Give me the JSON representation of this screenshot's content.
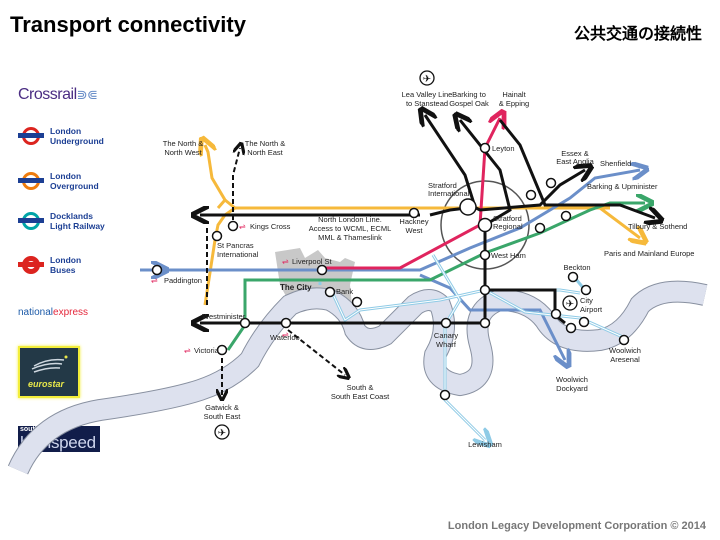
{
  "header": {
    "title": "Transport connectivity",
    "title_ja": "公共交通の接続性"
  },
  "footer": {
    "credit": "London Legacy Development Corporation ©  2014"
  },
  "legend_logos": [
    {
      "name": "Crossrail",
      "text": "Crossrail",
      "color": "#4b2d83"
    },
    {
      "name": "London Underground",
      "line1": "London",
      "line2": "Underground",
      "ring_color": "#dc241f"
    },
    {
      "name": "London Overground",
      "line1": "London",
      "line2": "Overground",
      "ring_color": "#ee7c0e"
    },
    {
      "name": "Docklands Light Railway",
      "line1": "Docklands",
      "line2": "Light Railway",
      "ring_color": "#00a4a7"
    },
    {
      "name": "London Buses",
      "line1": "London",
      "line2": "Buses",
      "ring_color": "#dc241f"
    },
    {
      "name": "national express",
      "part1": "national",
      "part2": "express"
    },
    {
      "name": "eurostar",
      "text": "eurostar"
    },
    {
      "name": "southeastern highspeed",
      "part1": "southeastern.",
      "part2": "highspeed"
    }
  ],
  "line_colors": {
    "crossrail": "#6b8fc9",
    "overground": "#f6b93b",
    "central": "#e0245e",
    "national_rail": "#111111",
    "c2c_district": "#3aa66a",
    "dlr": "#8fcbe6",
    "river": "#dde1ee"
  },
  "map": {
    "area_label": "The City",
    "stations": {
      "leyton": "Leyton",
      "stratford_international_1": "Stratford",
      "stratford_international_2": "International",
      "stratford_regional_1": "Stratford",
      "stratford_regional_2": "Regional",
      "hackney_wick_1": "Hackney",
      "hackney_wick_2": "West",
      "west_ham": "West Ham",
      "kings_cross": "Kings Cross",
      "st_pancras_1": "St Pancras",
      "st_pancras_2": "International",
      "liverpool_st": "Liverpool St",
      "paddington": "Paddington",
      "bank": "Bank",
      "westminister": "Westminister",
      "waterloo": "Waterloo",
      "victoria": "Victoria",
      "canary_wharf_1": "Canary",
      "canary_wharf_2": "Wharf",
      "beckton": "Beckton",
      "city_airport_1": "City",
      "city_airport_2": "Airport",
      "woolwich_arsenal_1": "Woolwich",
      "woolwich_arsenal_2": "Aresenal",
      "woolwich_dockyard_1": "Woolwich",
      "woolwich_dockyard_2": "Dockyard",
      "lewisham": "Lewisham"
    },
    "destinations": {
      "lea_valley_1": "Lea Valley Line",
      "lea_valley_2": "to Stanstead",
      "barking_gospel_1": "Barking to",
      "barking_gospel_2": "Gospel Oak",
      "hainalt_1": "Hainalt",
      "hainalt_2": "& Epping",
      "north_west_1": "The North &",
      "north_west_2": "North West",
      "north_east_1": "The North &",
      "north_east_2": "North East",
      "nll_1": "North London Line.",
      "nll_2": "Access to WCML, ECML",
      "nll_3": "MML & Thameslink",
      "essex_1": "Essex &",
      "essex_2": "East Anglia",
      "shenfield": "Shenfield",
      "barking_upminster": "Barking & Upminister",
      "tilbury": "Tilbury & Sothend",
      "paris": "Paris and Mainland Europe",
      "gatwick_1": "Gatwick &",
      "gatwick_2": "South East",
      "south_coast_1": "South &",
      "south_coast_2": "South East Coast"
    }
  }
}
